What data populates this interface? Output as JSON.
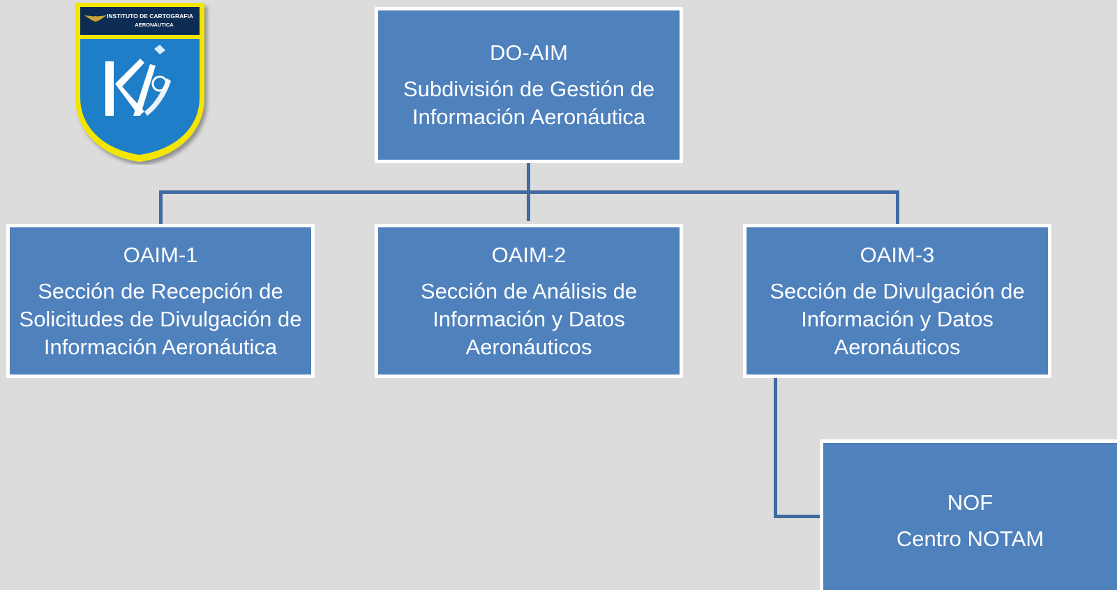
{
  "logo": {
    "line1": "INSTITUTO DE CARTOGRAFIA",
    "line2": "AERONÁUTICA",
    "colors": {
      "blue": "#1f7ec8",
      "yellow": "#f2e600",
      "navy": "#0d2c53"
    }
  },
  "org_chart": {
    "root": {
      "code": "DO-AIM",
      "name": "Subdivisión de Gestión de Información Aeronáutica"
    },
    "sections": [
      {
        "code": "OAIM-1",
        "name": "Sección de Recepción de Solicitudes de Divulgación de Información Aeronáutica"
      },
      {
        "code": "OAIM-2",
        "name": "Sección de Análisis de Información y Datos Aeronáuticos"
      },
      {
        "code": "OAIM-3",
        "name": "Sección de Divulgación de Información y Datos Aeronáuticos"
      }
    ],
    "sub_unit": {
      "code": "NOF",
      "name": "Centro NOTAM"
    }
  },
  "colors": {
    "box_fill": "#4f81bd",
    "box_border": "#ffffff",
    "connector": "#416aa0",
    "background": "#dcdcdc"
  }
}
